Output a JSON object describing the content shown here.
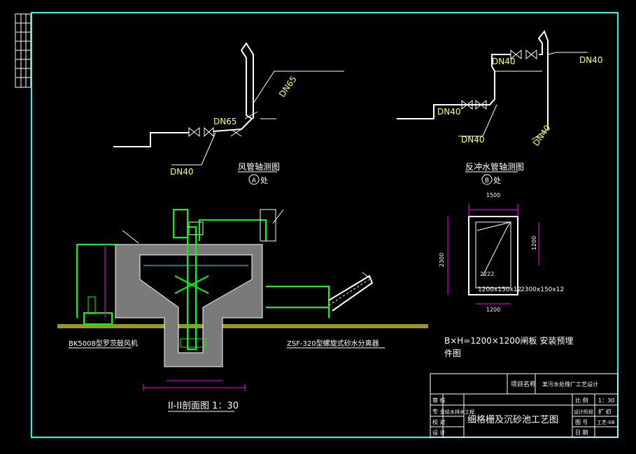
{
  "colors": {
    "background": "#000000",
    "frame": "#00ffff",
    "line": "#ffffff",
    "dim": "#ffff66",
    "pipe": "#00ff00",
    "magenta": "#ff00ff",
    "ground": "#c8c83c",
    "concrete": "#888888"
  },
  "air_pipe_view": {
    "title": "风管轴测图",
    "marker": "A",
    "marker_suffix": "处",
    "dn_main": "DN65",
    "dn_slanted": "DN65",
    "dn_branch": "DN40"
  },
  "backwash_view": {
    "title": "反冲水管轴测图",
    "marker": "B",
    "marker_suffix": "处",
    "dn_top_left": "DN40",
    "dn_top_right": "DN40",
    "dn_mid": "DN40",
    "dn_bottom": "DN40",
    "dn_slanted": "DN40"
  },
  "section_view": {
    "title": "II-II剖面图 1：30",
    "blower_label": "BK5008型罗茨鼓风机",
    "separator_label": "ZSF-320型螺旋式砂水分离器"
  },
  "gate_view": {
    "title_line1": "B×H=1200×1200闸板 安装预埋",
    "title_line2": "件图",
    "dim_top": "1500",
    "dim_left": "2300",
    "dim_right": "1200",
    "dim_bottom": "1200",
    "embed_1": "1200x150x12",
    "embed_2": "2300x150x12",
    "embed_3": "2222"
  },
  "title_block": {
    "project_label": "项目名称",
    "project_name": "某污水处理厂工艺设计",
    "drawing_name": "细格栅及沉砂池工艺图",
    "row_labels": [
      "审 核",
      "专 业",
      "校 对",
      "设 计"
    ],
    "row_values": [
      "",
      "给水排水工程",
      "",
      ""
    ],
    "scale_label": "比 例",
    "scale_value": "1：30",
    "stage_label": "设计阶段",
    "stage_value": "扩 初",
    "number_label": "图 号",
    "number_value": "工艺-08",
    "date_label": "日 期"
  }
}
